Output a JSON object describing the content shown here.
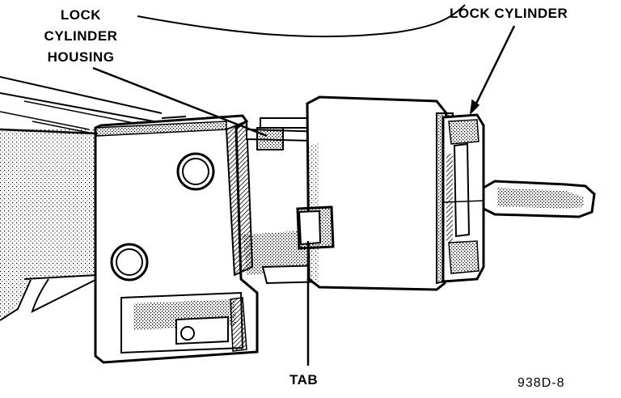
{
  "figure": {
    "id": "938D-8"
  },
  "callouts": {
    "housing_line1": "LOCK",
    "housing_line2": "CYLINDER",
    "housing_line3": "HOUSING",
    "lock_cylinder": "LOCK CYLINDER",
    "tab": "TAB"
  },
  "style": {
    "ink": "#000000",
    "paper": "#ffffff"
  }
}
